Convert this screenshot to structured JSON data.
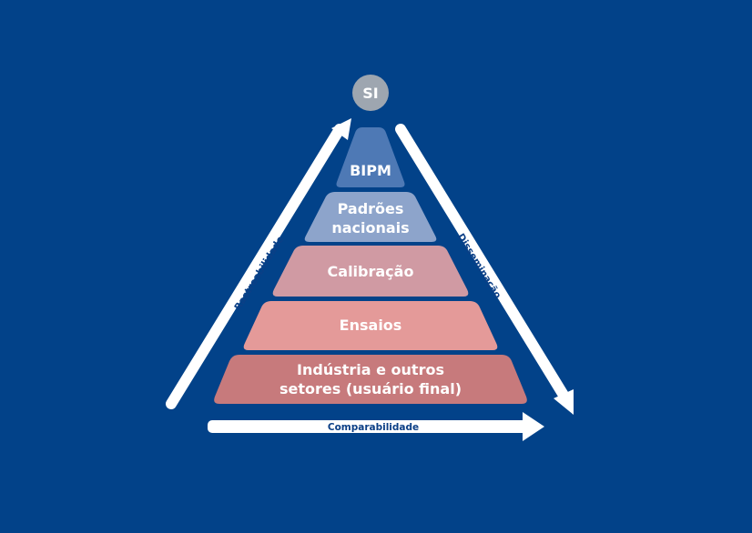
{
  "top_node": {
    "label": "SI",
    "color": "#9ea6b0"
  },
  "levels": [
    {
      "lines": [
        "BIPM"
      ],
      "color": "#4e79b5"
    },
    {
      "lines": [
        "Padrões",
        "nacionais"
      ],
      "color": "#8da4cb"
    },
    {
      "lines": [
        "Calibração"
      ],
      "color": "#d09aa3"
    },
    {
      "lines": [
        "Ensaios"
      ],
      "color": "#e49a99"
    },
    {
      "lines": [
        "Indústria e outros",
        "setores (usuário final)"
      ],
      "color": "#c77a7c"
    }
  ],
  "arrows": {
    "left": "Rastreabilidade",
    "right": "Disseminação",
    "bottom": "Comparabilidade"
  },
  "colors": {
    "background": "#024289",
    "arrow": "#ffffff",
    "arrow_text": "#0b3f86"
  }
}
